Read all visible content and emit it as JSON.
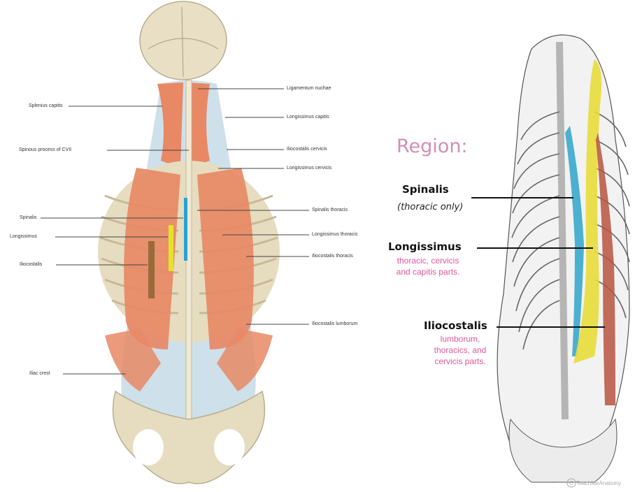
{
  "left_figure": {
    "left_labels": [
      {
        "id": "splenius",
        "text": "Splenius capitis"
      },
      {
        "id": "spinous",
        "text": "Spinous process of CVII"
      },
      {
        "id": "spinalis",
        "text": "Spinalis"
      },
      {
        "id": "longissimus",
        "text": "Longissimus"
      },
      {
        "id": "iliocostalis",
        "text": "Iliocostalis"
      },
      {
        "id": "iliac",
        "text": "Iliac crest"
      }
    ],
    "right_labels": [
      {
        "id": "ligamentum",
        "text": "Ligamentum nuchae"
      },
      {
        "id": "longcap",
        "text": "Longissimus capitis"
      },
      {
        "id": "iliocerv",
        "text": "Iliocostalis cervicis"
      },
      {
        "id": "longcerv",
        "text": "Longissimus cervicis"
      },
      {
        "id": "spinthor",
        "text": "Spinalis thoracis"
      },
      {
        "id": "longthor",
        "text": "Longissimus thoracis"
      },
      {
        "id": "iliothor",
        "text": "Iliocostalis thoracis"
      },
      {
        "id": "iliolumb",
        "text": "Iliocostalis lumborum"
      }
    ],
    "marker_colors": {
      "spinalis": "#2aa3d4",
      "longissimus": "#e3e32a",
      "iliocostalis": "#9a6a3a"
    }
  },
  "right_figure": {
    "heading": "Region:",
    "muscles": [
      {
        "name": "Spinalis",
        "note": "(thoracic only)"
      },
      {
        "name": "Longissimus",
        "parts": [
          "thoracic, cervicis",
          "and capitis parts."
        ]
      },
      {
        "name": "Iliocostalis",
        "parts": [
          "lumborum,",
          "thoracics, and",
          "cervicis parts."
        ]
      }
    ],
    "credit": "TeachMeAnatomy"
  },
  "colors": {
    "muscle": "#e88865",
    "bone": "#e6dcc0",
    "fascia": "#c9dde8",
    "accent_pink": "#e2559a",
    "region_pink": "#d38eb5"
  }
}
